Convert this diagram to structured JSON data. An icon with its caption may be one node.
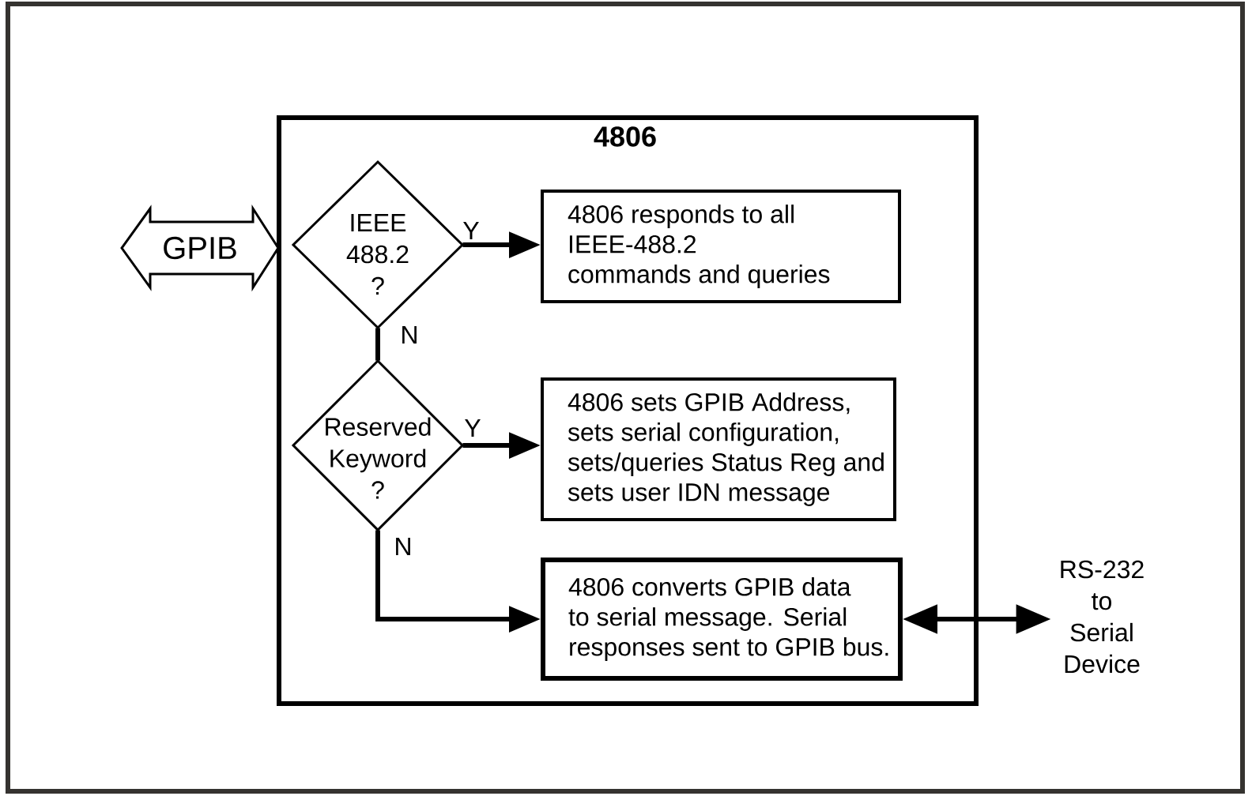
{
  "diagram": {
    "nodes": [
      {
        "text": [
          "GPIB"
        ]
      },
      {
        "text": [
          "4806"
        ]
      },
      {
        "text": [
          "IEEE 488.2 ?"
        ],
        "in": 1
      },
      {
        "text": [
          "4806 responds to all IEEE-488.2 commands and queries"
        ],
        "in": 1
      },
      {
        "text": [
          "Reserved Keyword ?"
        ],
        "in": 1
      },
      {
        "text": [
          "4806 sets GPIB Address, sets serial configuration, sets/queries Status Reg and sets user IDN message"
        ],
        "in": 1
      },
      {
        "text": [
          "4806 converts GPIB data to serial message. Serial responses sent to GPIB bus."
        ],
        "in": 1
      },
      {
        "text": [
          "RS-232 to Serial Device"
        ]
      }
    ],
    "edges": [
      {
        "from": 2,
        "to": 3,
        "arrow": "to",
        "label": "Y"
      },
      {
        "from": 2,
        "to": 4,
        "arrow": "none",
        "label": "N"
      },
      {
        "from": 4,
        "to": 5,
        "arrow": "to",
        "label": "Y"
      },
      {
        "from": 4,
        "to": 6,
        "arrow": "to",
        "label": "N"
      },
      {
        "from": 6,
        "to": 7,
        "arrow": "both"
      }
    ]
  }
}
